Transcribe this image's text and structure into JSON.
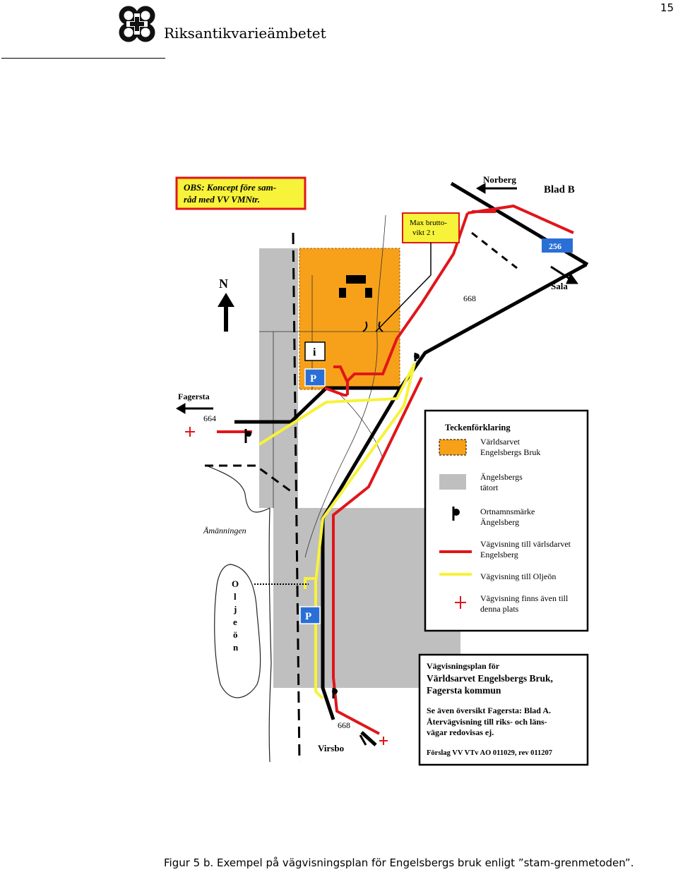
{
  "page": {
    "number": "15"
  },
  "header": {
    "org_name": "Riksantikvarieämbetet",
    "logo_icon": "raa-quatrefoil-logo-icon"
  },
  "map": {
    "obs_note_line1": "OBS: Koncept före sam-",
    "obs_note_line2": "råd med VV VMNtr.",
    "north_label": "N",
    "max_weight_line1": "Max brutto-",
    "max_weight_line2": "vikt   2 t",
    "places": {
      "norberg": "Norberg",
      "blad_b": "Blad B",
      "sala": "Sala",
      "fagersta": "Fagersta",
      "virsbo": "Virsbo",
      "amanningen": "Åmänningen",
      "oljeon_letters": [
        "O",
        "l",
        "j",
        "e",
        "ö",
        "n"
      ]
    },
    "roads": {
      "r256": "256",
      "r668_north": "668",
      "r668_south": "668",
      "r664": "664"
    },
    "symbols": {
      "info": "i",
      "parking": "P"
    },
    "legend": {
      "title": "Teckenförklaring",
      "items": [
        {
          "line1": "Världsarvet",
          "line2": "Engelsbergs Bruk"
        },
        {
          "line1": "Ängelsbergs",
          "line2": "tätort"
        },
        {
          "line1": "Ortnamnsmärke",
          "line2": "Ängelsberg"
        },
        {
          "line1": "Vägvisning till värlsdarvet",
          "line2": "Engelsberg"
        },
        {
          "line1": "Vägvisning till Oljeön",
          "line2": ""
        },
        {
          "line1": "Vägvisning finns även till",
          "line2": "denna plats"
        }
      ]
    },
    "info_box": {
      "line1": "Vägvisningsplan för",
      "line2": "Världsarvet Engelsbergs Bruk,",
      "line3": "Fagersta kommun",
      "line4": "Se även översikt Fagersta: Blad A.",
      "line5": "Återvägvisning till riks- och läns-",
      "line6": "vägar redovisas ej.",
      "line7": "Förslag VV VTv AO 011029, rev 011207"
    },
    "colors": {
      "orange": "#f7a11a",
      "gray": "#bfbfbf",
      "red": "#e0161b",
      "yellow": "#f7f23a",
      "blue": "#2a6fd6",
      "black": "#000000"
    }
  },
  "caption": "Figur 5 b. Exempel på vägvisningsplan för Engelsbergs bruk enligt ”stam-grenmetoden”."
}
